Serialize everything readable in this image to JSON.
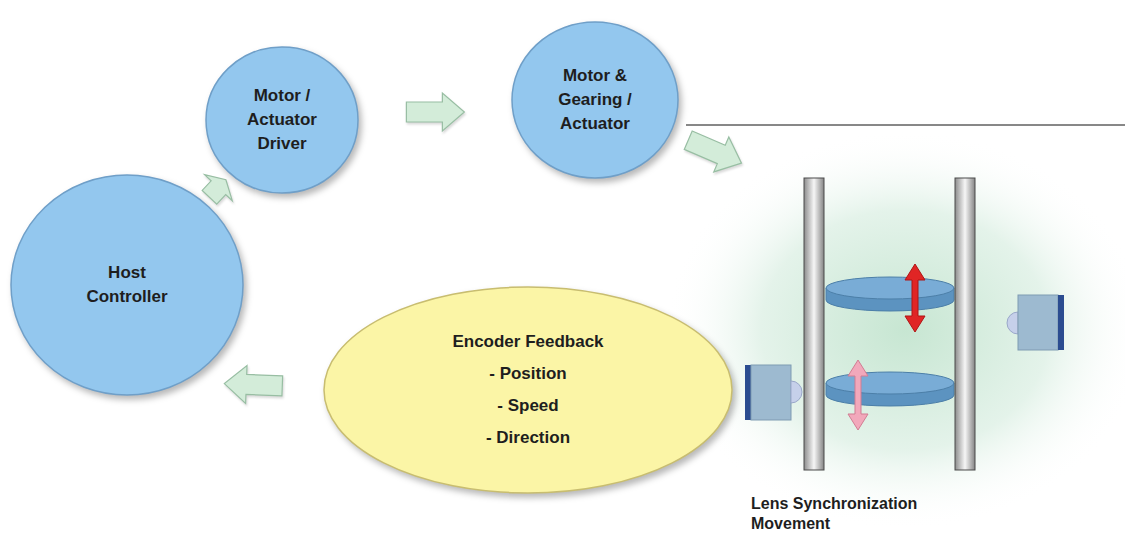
{
  "diagram": {
    "nodes": [
      {
        "text": [
          "Host Controller"
        ]
      },
      {
        "text": [
          "Motor / Actuator Driver"
        ]
      },
      {
        "text": [
          "Motor & Gearing / Actuator"
        ]
      },
      {
        "text": [
          "Lens Synchronization Movement"
        ]
      },
      {
        "text": [
          "Encoder Feedback",
          "- Position",
          "- Speed",
          "- Direction"
        ]
      }
    ],
    "edges": [
      {
        "from": 0,
        "to": 1,
        "arrow": "to"
      },
      {
        "from": 1,
        "to": 2,
        "arrow": "to"
      },
      {
        "from": 2,
        "to": 3,
        "arrow": "to"
      },
      {
        "from": 4,
        "to": 0,
        "arrow": "to"
      }
    ]
  }
}
